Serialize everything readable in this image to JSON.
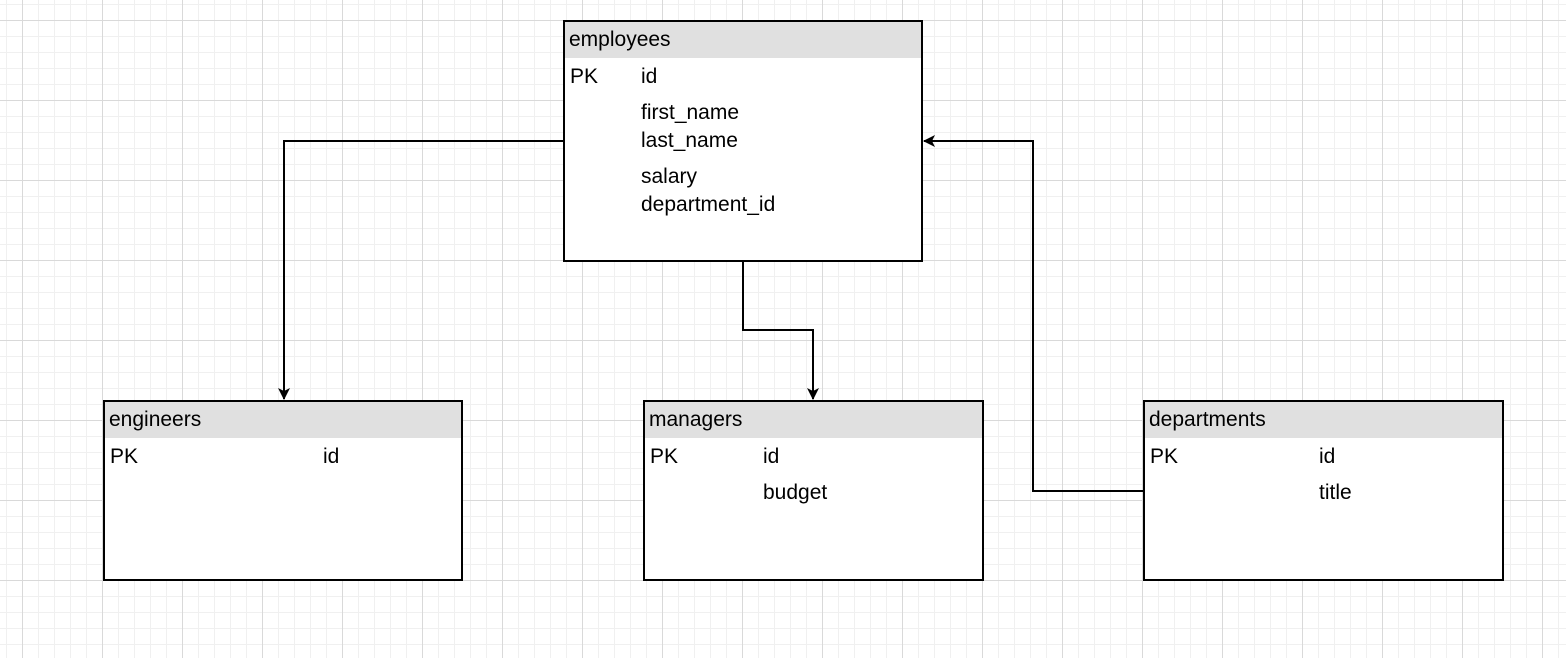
{
  "entities": {
    "employees": {
      "name": "employees",
      "pk": "PK",
      "fields": [
        "id",
        "first_name",
        "last_name",
        "salary",
        "department_id"
      ]
    },
    "engineers": {
      "name": "engineers",
      "pk": "PK",
      "fields": [
        "id"
      ]
    },
    "managers": {
      "name": "managers",
      "pk": "PK",
      "fields": [
        "id",
        "budget"
      ]
    },
    "departments": {
      "name": "departments",
      "pk": "PK",
      "fields": [
        "id",
        "title"
      ]
    }
  },
  "relationships": [
    {
      "from": "employees",
      "to": "engineers"
    },
    {
      "from": "employees",
      "to": "managers"
    },
    {
      "from": "departments",
      "to": "employees"
    }
  ],
  "colors": {
    "line": "#000000",
    "header_fill": "#e0e0e0",
    "grid_major": "#d9d9d9",
    "grid_minor": "#f0f0f0"
  }
}
